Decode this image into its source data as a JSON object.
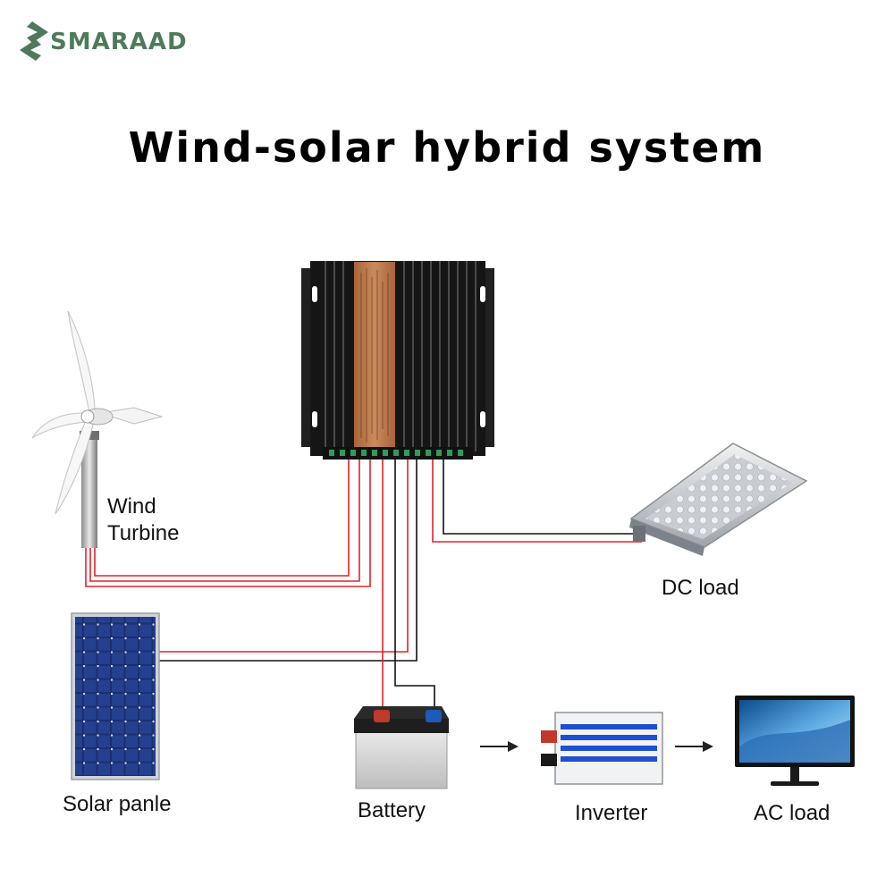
{
  "brand": {
    "name": "SMARAAD",
    "color": "#4e7a5b"
  },
  "title": "Wind-solar hybrid system",
  "components": {
    "wind_turbine": {
      "label_line1": "Wind",
      "label_line2": "Turbine"
    },
    "dc_load": {
      "label": "DC load"
    },
    "solar_panel": {
      "label": "Solar panle"
    },
    "battery": {
      "label": "Battery"
    },
    "inverter": {
      "label": "Inverter"
    },
    "ac_load": {
      "label": "AC load"
    }
  },
  "wire_colors": {
    "positive": "#e0232a",
    "negative": "#111111"
  },
  "icons": [
    "logo-icon",
    "arrow-right-icon"
  ]
}
